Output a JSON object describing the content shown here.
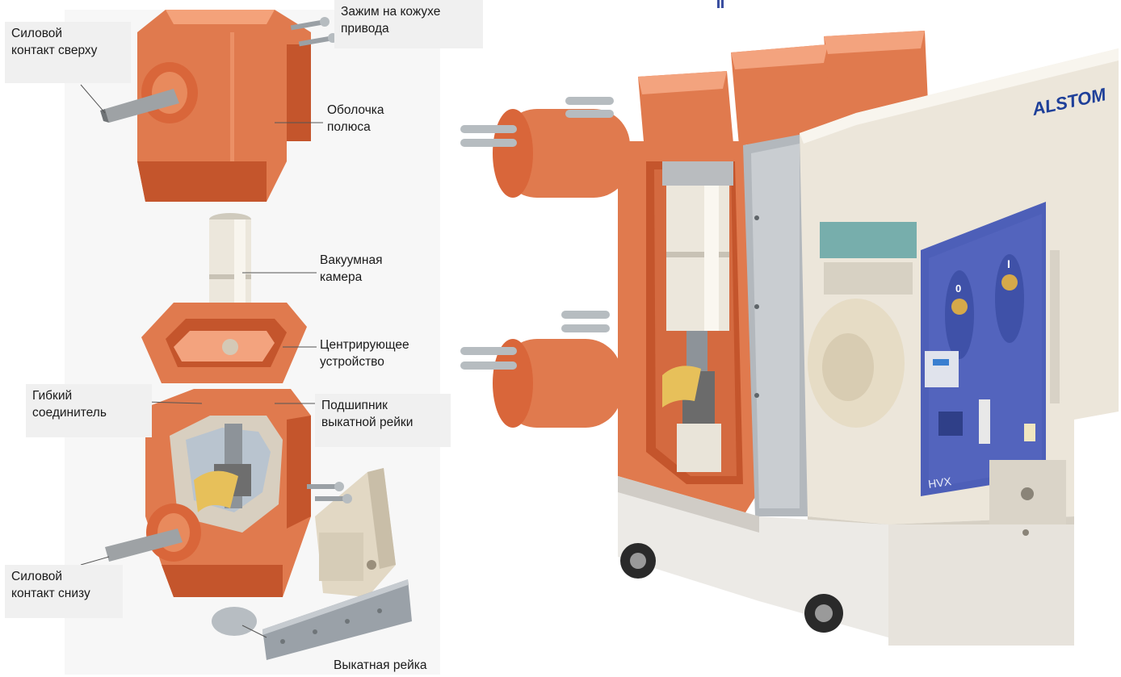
{
  "labels": {
    "top_clamp": "Зажим на кожухе\nпривода",
    "top_power_contact": "Силовой\nконтакт сверху",
    "pole_shell": "Оболочка\nполюса",
    "vacuum_chamber": "Вакуумная\nкамера",
    "centering_device": "Центрирующее\nустройство",
    "flexible_connector": "Гибкий\nсоединитель",
    "rail_bearing": "Подшипник\nвыкатной рейки",
    "bottom_power_contact": "Силовой\nконтакт снизу",
    "withdrawable_rail": "Выкатная рейка"
  },
  "brand": {
    "logo_text": "ALSTOM",
    "model_text": "HVX"
  },
  "panel_symbols": {
    "left_button": "0",
    "right_button": "I"
  },
  "colors": {
    "shell_orange": "#e07a4e",
    "shell_dark": "#c4552c",
    "panel_blue": "#4d5fb8",
    "housing_cream": "#ece6da",
    "logo_blue": "#1e3f99"
  }
}
